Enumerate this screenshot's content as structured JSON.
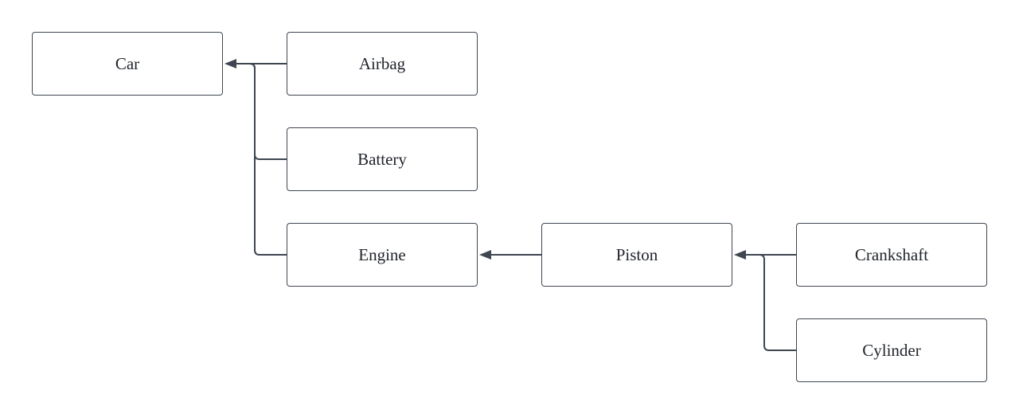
{
  "diagram": {
    "nodes": [
      {
        "id": "car",
        "label": "Car"
      },
      {
        "id": "airbag",
        "label": "Airbag"
      },
      {
        "id": "battery",
        "label": "Battery"
      },
      {
        "id": "engine",
        "label": "Engine"
      },
      {
        "id": "piston",
        "label": "Piston"
      },
      {
        "id": "crankshaft",
        "label": "Crankshaft"
      },
      {
        "id": "cylinder",
        "label": "Cylinder"
      }
    ],
    "edges": [
      {
        "from": "airbag",
        "to": "car"
      },
      {
        "from": "battery",
        "to": "car"
      },
      {
        "from": "engine",
        "to": "car"
      },
      {
        "from": "piston",
        "to": "engine"
      },
      {
        "from": "crankshaft",
        "to": "piston"
      },
      {
        "from": "cylinder",
        "to": "piston"
      }
    ],
    "colors": {
      "edge": "#3f4650",
      "border": "#3f4650",
      "text": "#1f2329"
    }
  }
}
